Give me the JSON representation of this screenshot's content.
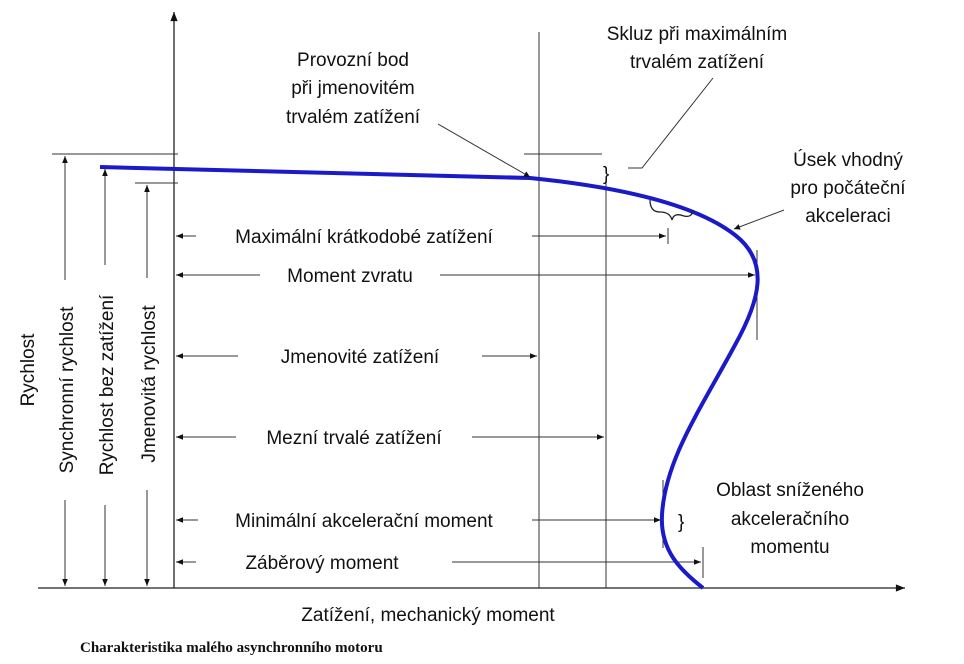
{
  "title": "Charakteristika malého asynchronního motoru",
  "axes": {
    "x_label": "Zatížení, mechanický moment",
    "y_label": "Rychlost"
  },
  "speeds": [
    "Synchronní rychlost",
    "Rychlost bez zatížení",
    "Jmenovitá rychlost"
  ],
  "loads": [
    "Maximální krátkodobé zatížení",
    "Moment  zvratu",
    "Jmenovité zatížení",
    "Mezní trvalé zatížení",
    "Minimální akcelerační moment",
    "Záběrový moment"
  ],
  "annotations": {
    "operating_point": [
      "Provozní bod",
      "při jmenovitém",
      "trvalém zatížení"
    ],
    "slip": [
      "Skluz při maximálním",
      "trvalém zatížení"
    ],
    "accel_section": [
      "Úsek vhodný",
      "pro počáteční",
      "akceleraci"
    ],
    "reduced_area": [
      "Oblast sníženého",
      "akceleračního",
      "momentu"
    ]
  },
  "colors": {
    "curve": "#1a1ac8"
  }
}
